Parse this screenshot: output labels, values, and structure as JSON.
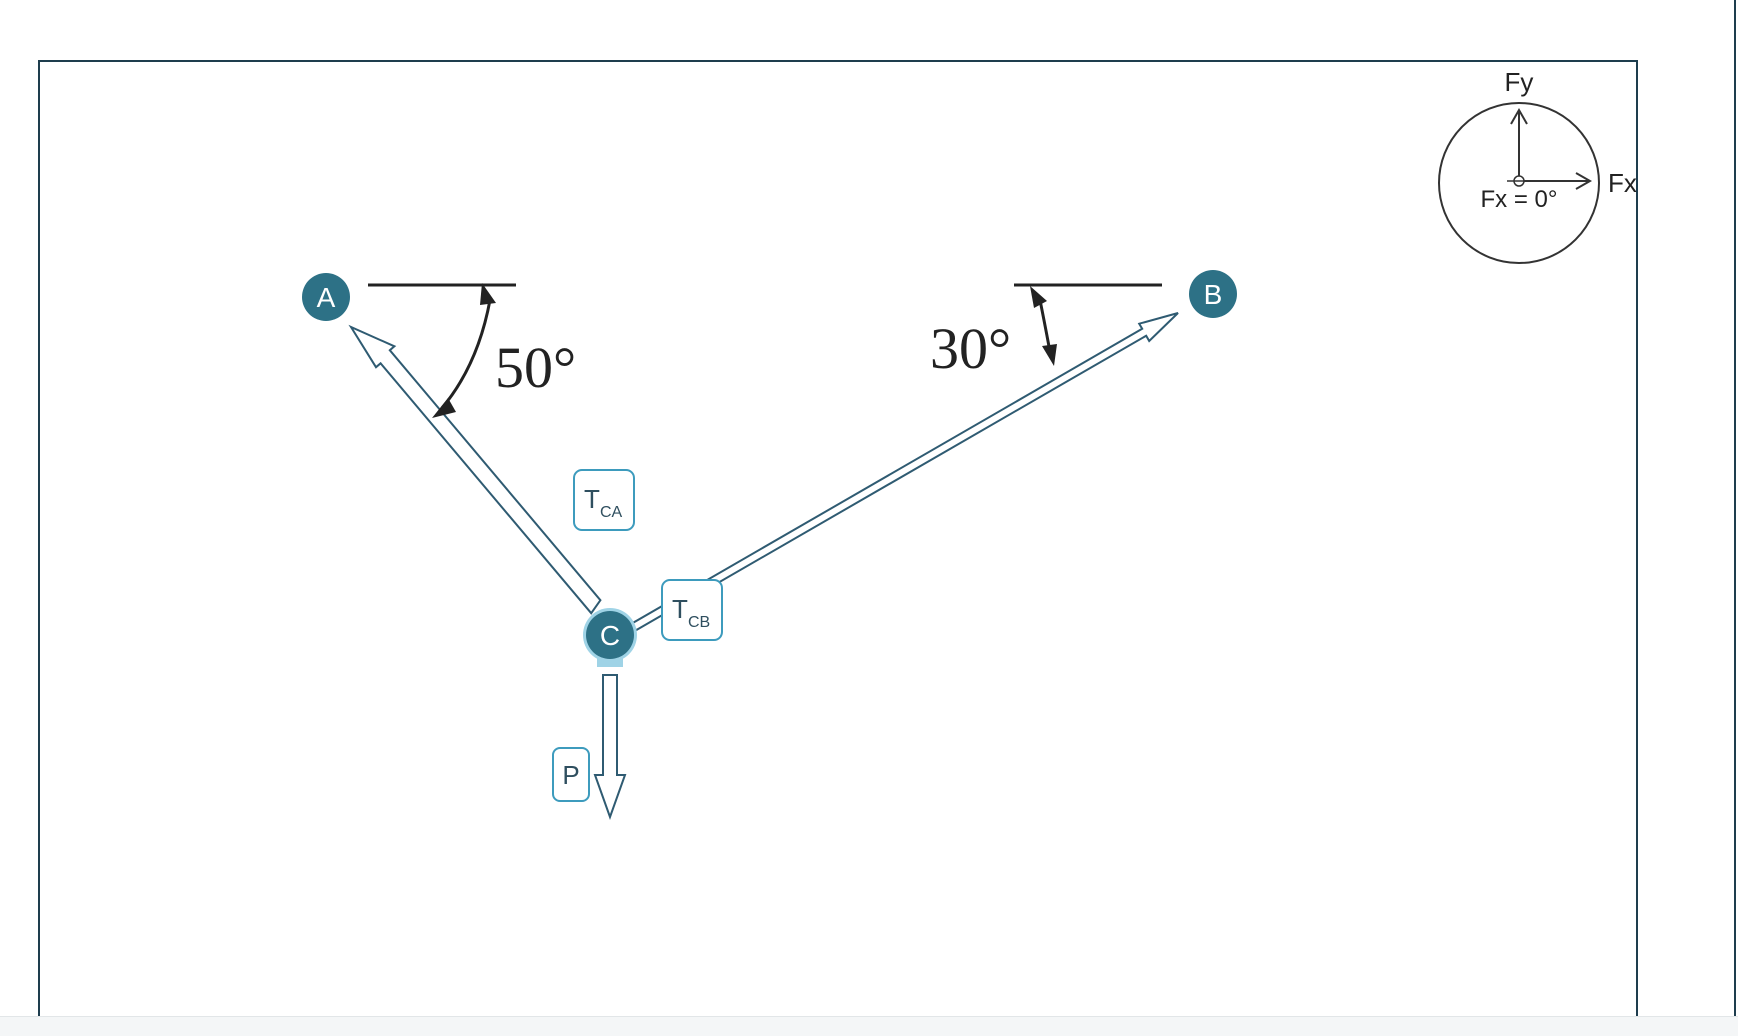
{
  "diagram": {
    "nodes": {
      "a": "A",
      "b": "B",
      "c": "C"
    },
    "angles": {
      "ca": "50°",
      "cb": "30°"
    },
    "forces": {
      "tca": {
        "main": "T",
        "sub": "CA"
      },
      "tcb": {
        "main": "T",
        "sub": "CB"
      },
      "p": "P"
    }
  },
  "coordinate_system": {
    "y_axis_label": "Fy",
    "x_axis_label": "Fx",
    "reference_label": "Fx = 0°"
  },
  "colors": {
    "node_fill": "#2d7186",
    "node_text": "#ffffff",
    "frame": "#1e3d4e",
    "arrow_stroke": "#2f5b72",
    "label_box_stroke": "#3d9bbd",
    "label_text": "#2f4f5f",
    "angle_ink": "#222222"
  }
}
